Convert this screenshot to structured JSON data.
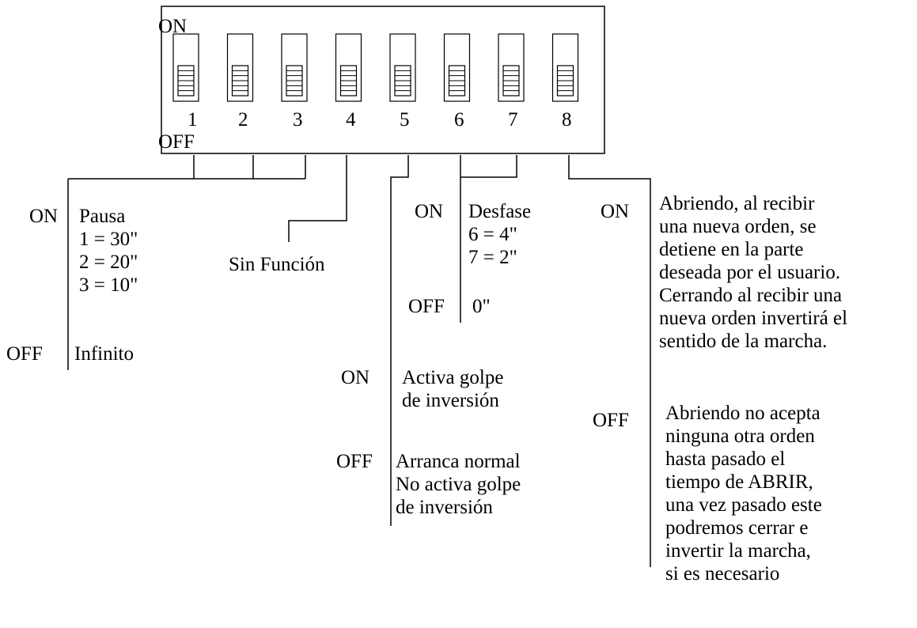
{
  "switch_block": {
    "on_label": "ON",
    "off_label": "OFF",
    "numbers": [
      "1",
      "2",
      "3",
      "4",
      "5",
      "6",
      "7",
      "8"
    ]
  },
  "group_pausa": {
    "on": "ON",
    "off": "OFF",
    "on_lines": [
      "Pausa",
      "1 = 30\"",
      "2 = 20\"",
      "3 = 10\""
    ],
    "off_text": "Infinito"
  },
  "group_switch4": {
    "text": "Sin Función"
  },
  "group_switch5": {
    "on": "ON",
    "off": "OFF",
    "on_lines": [
      "Activa golpe",
      "de inversión"
    ],
    "off_lines": [
      "Arranca normal",
      "No activa golpe",
      "de inversión"
    ]
  },
  "group_desfase": {
    "on": "ON",
    "off": "OFF",
    "on_lines": [
      "Desfase",
      "6 = 4\"",
      "7 = 2\""
    ],
    "off_text": "0\""
  },
  "group_switch8": {
    "on": "ON",
    "off": "OFF",
    "on_lines": [
      "Abriendo, al recibir",
      "una nueva orden, se",
      "detiene en la parte",
      "deseada por el usuario.",
      "Cerrando al recibir una",
      "nueva orden invertirá el",
      "sentido de la marcha."
    ],
    "off_lines": [
      "Abriendo no acepta",
      "ninguna otra orden",
      "hasta pasado el",
      "tiempo de ABRIR,",
      "una vez pasado este",
      "podremos cerrar e",
      "invertir la marcha,",
      "si es necesario"
    ]
  }
}
